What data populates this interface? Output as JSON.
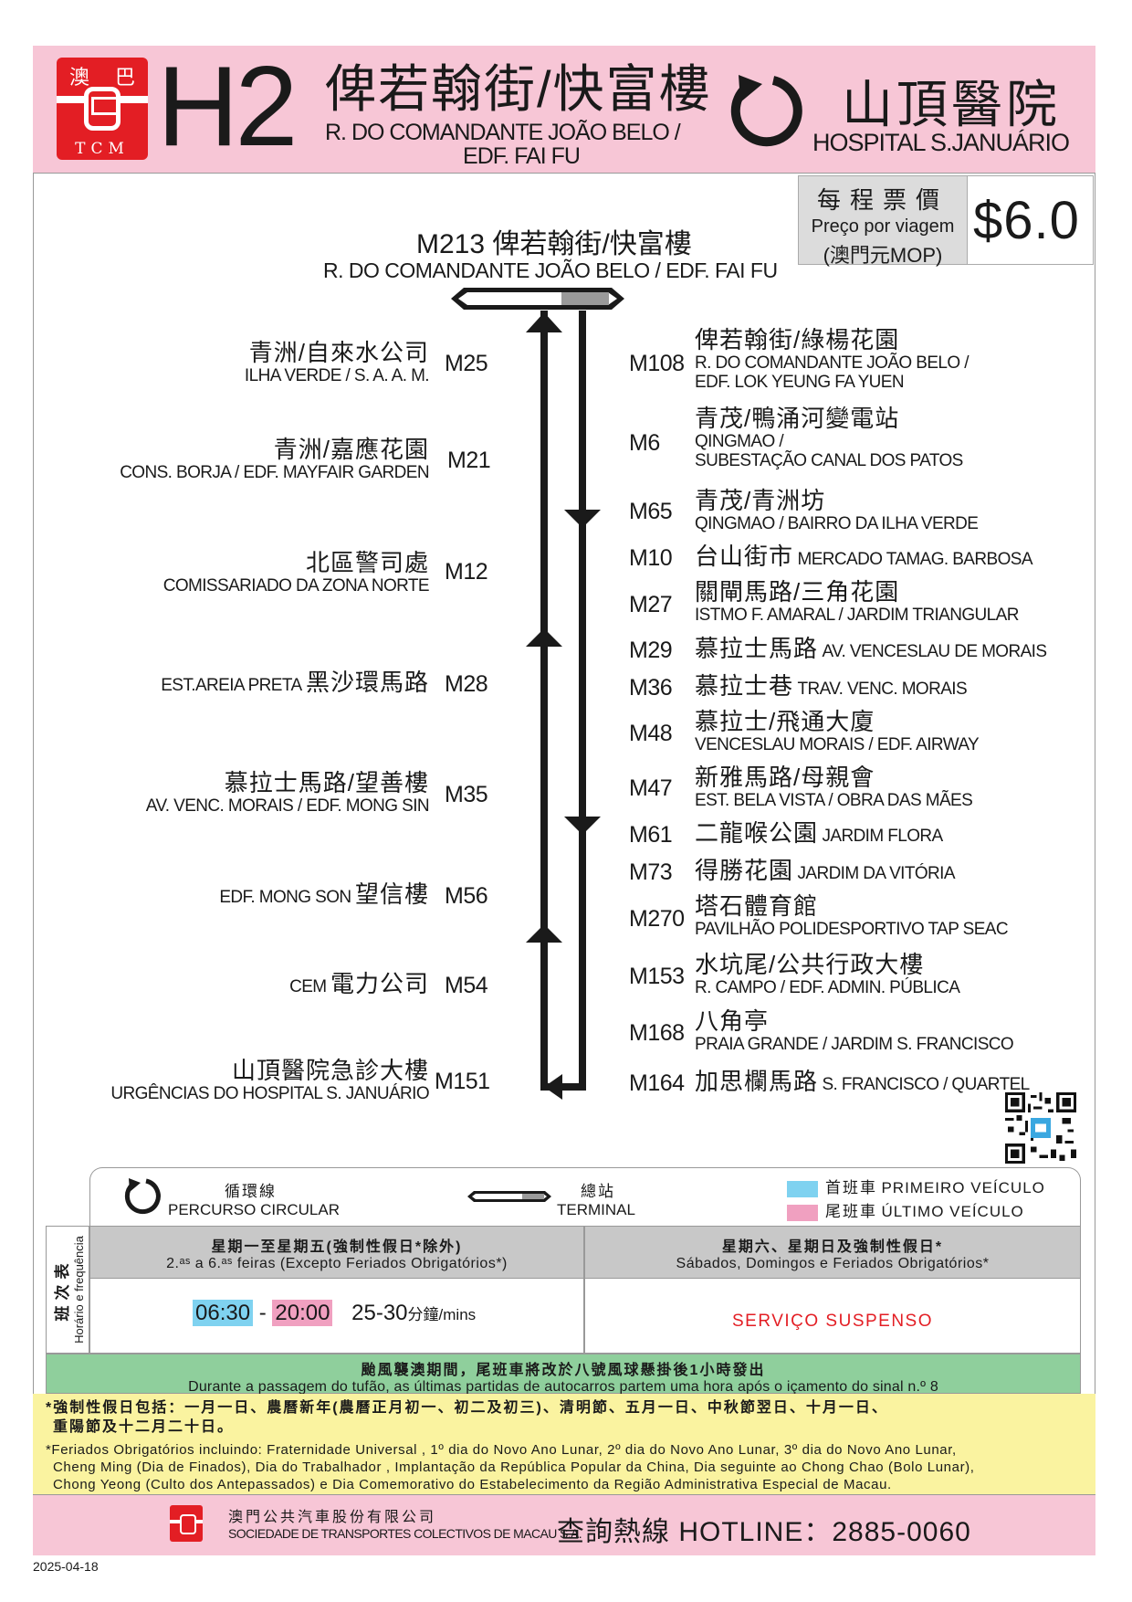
{
  "header": {
    "logo_zh_left": "澳",
    "logo_zh_right": "巴",
    "logo_en": "TCM",
    "route_number": "H2",
    "origin_zh": "俾若翰街/快富樓",
    "origin_pt_line1": "R. DO COMANDANTE JOÃO BELO /",
    "origin_pt_line2": "EDF. FAI FU",
    "dest_zh": "山頂醫院",
    "dest_pt": "HOSPITAL  S.JANUÁRIO"
  },
  "fare": {
    "label_zh": "每程票價",
    "label_pt": "Preço por viagem",
    "currency": "(澳門元MOP)",
    "value": "$6.0"
  },
  "terminal": {
    "code_zh": "M213  俾若翰街/快富樓",
    "pt": "R. DO COMANDANTE JOÃO BELO / EDF. FAI FU"
  },
  "left_stops": [
    {
      "code": "M25",
      "zh": "青洲/自來水公司",
      "pt": "ILHA VERDE / S. A. A. M."
    },
    {
      "code": "M21",
      "zh": "青洲/嘉應花園",
      "pt": "CONS. BORJA / EDF. MAYFAIR GARDEN"
    },
    {
      "code": "M12",
      "zh": "北區警司處",
      "pt": "COMISSARIADO DA ZONA NORTE"
    },
    {
      "code": "M28",
      "zh": "黑沙環馬路",
      "pt": "EST.AREIA PRETA"
    },
    {
      "code": "M35",
      "zh": "慕拉士馬路/望善樓",
      "pt": "AV. VENC. MORAIS  /  EDF. MONG SIN"
    },
    {
      "code": "M56",
      "zh": "望信樓",
      "pt": "EDF. MONG SON"
    },
    {
      "code": "M54",
      "zh": "電力公司",
      "pt": "CEM"
    },
    {
      "code": "M151",
      "zh": "山頂醫院急診大樓",
      "pt": "URGÊNCIAS DO HOSPITAL S. JANUÁRIO"
    }
  ],
  "right_stops": [
    {
      "code": "M108",
      "zh": "俾若翰街/綠楊花園",
      "pt1": "R. DO COMANDANTE JOÃO BELO /",
      "pt2": "EDF. LOK YEUNG FA YUEN"
    },
    {
      "code": "M6",
      "zh": "青茂/鴨涌河變電站",
      "pt1": "QINGMAO /",
      "pt2": "SUBESTAÇÃO CANAL DOS PATOS"
    },
    {
      "code": "M65",
      "zh": "青茂/青洲坊",
      "pt1": "QINGMAO / BAIRRO DA ILHA VERDE"
    },
    {
      "code": "M10",
      "zh": "台山街市",
      "pt1": "MERCADO TAMAG. BARBOSA"
    },
    {
      "code": "M27",
      "zh": "關閘馬路/三角花園",
      "pt1": "ISTMO F. AMARAL / JARDIM TRIANGULAR"
    },
    {
      "code": "M29",
      "zh": "慕拉士馬路",
      "pt1": "AV. VENCESLAU DE MORAIS"
    },
    {
      "code": "M36",
      "zh": "慕拉士巷",
      "pt1": "TRAV. VENC. MORAIS"
    },
    {
      "code": "M48",
      "zh": "慕拉士/飛通大廈",
      "pt1": "VENCESLAU MORAIS / EDF. AIRWAY"
    },
    {
      "code": "M47",
      "zh": "新雅馬路/母親會",
      "pt1": "EST. BELA VISTA / OBRA DAS MÃES"
    },
    {
      "code": "M61",
      "zh": "二龍喉公園",
      "pt1": "JARDIM FLORA"
    },
    {
      "code": "M73",
      "zh": "得勝花園",
      "pt1": "JARDIM DA VITÓRIA"
    },
    {
      "code": "M270",
      "zh": "塔石體育館",
      "pt1": "PAVILHÃO POLIDESPORTIVO TAP SEAC"
    },
    {
      "code": "M153",
      "zh": "水坑尾/公共行政大樓",
      "pt1": "R. CAMPO / EDF. ADMIN. PÚBLICA"
    },
    {
      "code": "M168",
      "zh": "八角亭",
      "pt1": "PRAIA GRANDE / JARDIM S. FRANCISCO"
    },
    {
      "code": "M164",
      "zh": "加思欄馬路",
      "pt1": "S. FRANCISCO / QUARTEL"
    }
  ],
  "legend": {
    "circular_zh": "循環線",
    "circular_pt": "PERCURSO CIRCULAR",
    "terminal_zh": "總站",
    "terminal_pt": "TERMINAL",
    "first_zh": "首班車",
    "first_pt": "PRIMEIRO VEÍCULO",
    "last_zh": "尾班車",
    "last_pt": "ÚLTIMO VEÍCULO",
    "first_color": "#7fd2f0",
    "last_color": "#f0a0c0"
  },
  "timetable": {
    "label_zh": "班次表",
    "label_pt": "Horário e frequência",
    "weekday_zh": "星期一至星期五(強制性假日*除外)",
    "weekday_pt": "2.ᵃˢ a 6.ᵃˢ feiras (Excepto Feriados Obrigatórios*)",
    "weekend_zh": "星期六、星期日及強制性假日*",
    "weekend_pt": "Sábados, Domingos e Feriados Obrigatórios*",
    "first_time": "06:30",
    "separator": "-",
    "last_time": "20:00",
    "frequency": "25-30",
    "frequency_unit": "分鐘/mins",
    "weekend_status": "SERVIÇO SUSPENSO"
  },
  "typhoon": {
    "zh": "颱風襲澳期間，尾班車將改於八號風球懸掛後1小時發出",
    "pt": "Durante a passagem do tufão, as últimas partidas de autocarros partem uma hora após o içamento do sinal n.º 8"
  },
  "notes": {
    "zh_line1": "*強制性假日包括：一月一日、農曆新年(農曆正月初一、初二及初三)、清明節、五月一日、中秋節翌日、十月一日、",
    "zh_line2": "重陽節及十二月二十日。",
    "pt_line1": "*Feriados Obrigatórios incluindo: Fraternidade Universal , 1º dia do Novo Ano Lunar, 2º dia do Novo Ano Lunar, 3º dia do Novo Ano Lunar,",
    "pt_line2": "Cheng Ming (Dia de Finados), Dia do Trabalhador , Implantação da República Popular da China, Dia seguinte ao Chong Chao (Bolo Lunar),",
    "pt_line3": "Chong Yeong (Culto dos Antepassados) e Dia Comemorativo do Estabelecimento da Região Administrativa Especial de Macau."
  },
  "footer": {
    "company_zh": "澳門公共汽車股份有限公司",
    "company_pt": "SOCIEDADE DE TRANSPORTES COLECTIVOS DE MACAU S.A.",
    "hotline_label": "查詢熱線 HOTLINE：",
    "hotline_number": "2885-0060"
  },
  "date": "2025-04-18"
}
